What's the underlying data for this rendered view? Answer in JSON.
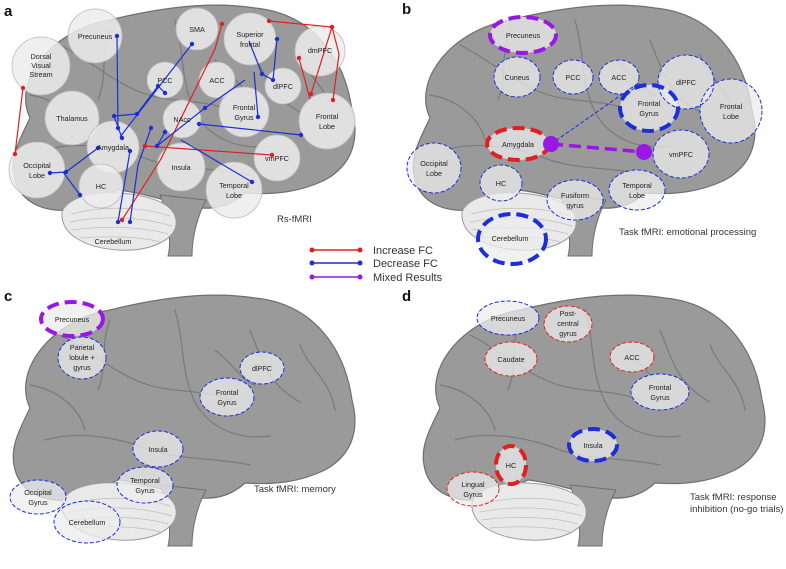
{
  "panels": {
    "a": {
      "letter": "a",
      "caption": "Rs-fMRI",
      "regions": {
        "precuneus": "Precuneus",
        "sma": "SMA",
        "superior_frontal_1": "Superior",
        "superior_frontal_2": "frontal",
        "dmpfc": "dmPFC",
        "dorsal_1": "Dorsal",
        "dorsal_2": "Visual",
        "dorsal_3": "Stream",
        "pcc": "PCC",
        "acc": "ACC",
        "dlpfc": "dlPFC",
        "thalamus": "Thalamus",
        "nacc": "NAcc",
        "frontal_gyrus_1": "Frontal",
        "frontal_gyrus_2": "Gyrus",
        "frontal_lobe_1": "Frontal",
        "frontal_lobe_2": "Lobe",
        "amygdala": "Amygdala",
        "occipital_1": "Occipital",
        "occipital_2": "Lobe",
        "vmpfc": "vmPFC",
        "insula": "Insula",
        "hc": "HC",
        "temporal_1": "Temporal",
        "temporal_2": "Lobe",
        "cerebellum": "Cerebellum"
      }
    },
    "b": {
      "letter": "b",
      "caption": "Task fMRI: emotional processing",
      "regions": {
        "precuneus": "Precuneus",
        "cuneus": "Cuneus",
        "pcc": "PCC",
        "acc": "ACC",
        "dlpfc": "dlPFC",
        "frontal_gyrus_1": "Frontal",
        "frontal_gyrus_2": "Gyrus",
        "frontal_lobe_1": "Frontal",
        "frontal_lobe_2": "Lobe",
        "amygdala": "Amygdala",
        "vmpfc": "vmPFC",
        "occipital_1": "Occipital",
        "occipital_2": "Lobe",
        "hc": "HC",
        "fusiform_1": "Fusiform",
        "fusiform_2": "gyrus",
        "temporal_1": "Temporal",
        "temporal_2": "Lobe",
        "cerebellum": "Cerebellum"
      }
    },
    "c": {
      "letter": "c",
      "caption": "Task fMRI: memory",
      "regions": {
        "precuneus": "Precuneus",
        "parietal_1": "Parietal",
        "parietal_2": "lobule +",
        "parietal_3": "gyrus",
        "dlpfc": "dlPFC",
        "frontal_gyrus_1": "Frontal",
        "frontal_gyrus_2": "Gyrus",
        "insula": "Insula",
        "temporal_1": "Temporal",
        "temporal_2": "Gyrus",
        "occipital_1": "Occipital",
        "occipital_2": "Gyrus",
        "cerebellum": "Cerebellum"
      }
    },
    "d": {
      "letter": "d",
      "caption_1": "Task fMRI: response",
      "caption_2": "inhibition (no-go trials)",
      "regions": {
        "precuneus": "Precuneus",
        "postcentral_1": "Post-",
        "postcentral_2": "central",
        "postcentral_3": "gyrus",
        "caudate": "Caudate",
        "acc": "ACC",
        "frontal_gyrus_1": "Frontal",
        "frontal_gyrus_2": "Gyrus",
        "insula": "Insula",
        "hc": "HC",
        "lingual_1": "Lingual",
        "lingual_2": "Gyrus"
      }
    }
  },
  "legend": {
    "increase": "Increase FC",
    "decrease": "Decrease FC",
    "mixed": "Mixed Results"
  },
  "colors": {
    "increase": "#e02020",
    "decrease": "#1c2fd6",
    "mixed": "#9a16e6",
    "brain": "#9a9a9a",
    "region_fill": "#eeeeee"
  }
}
